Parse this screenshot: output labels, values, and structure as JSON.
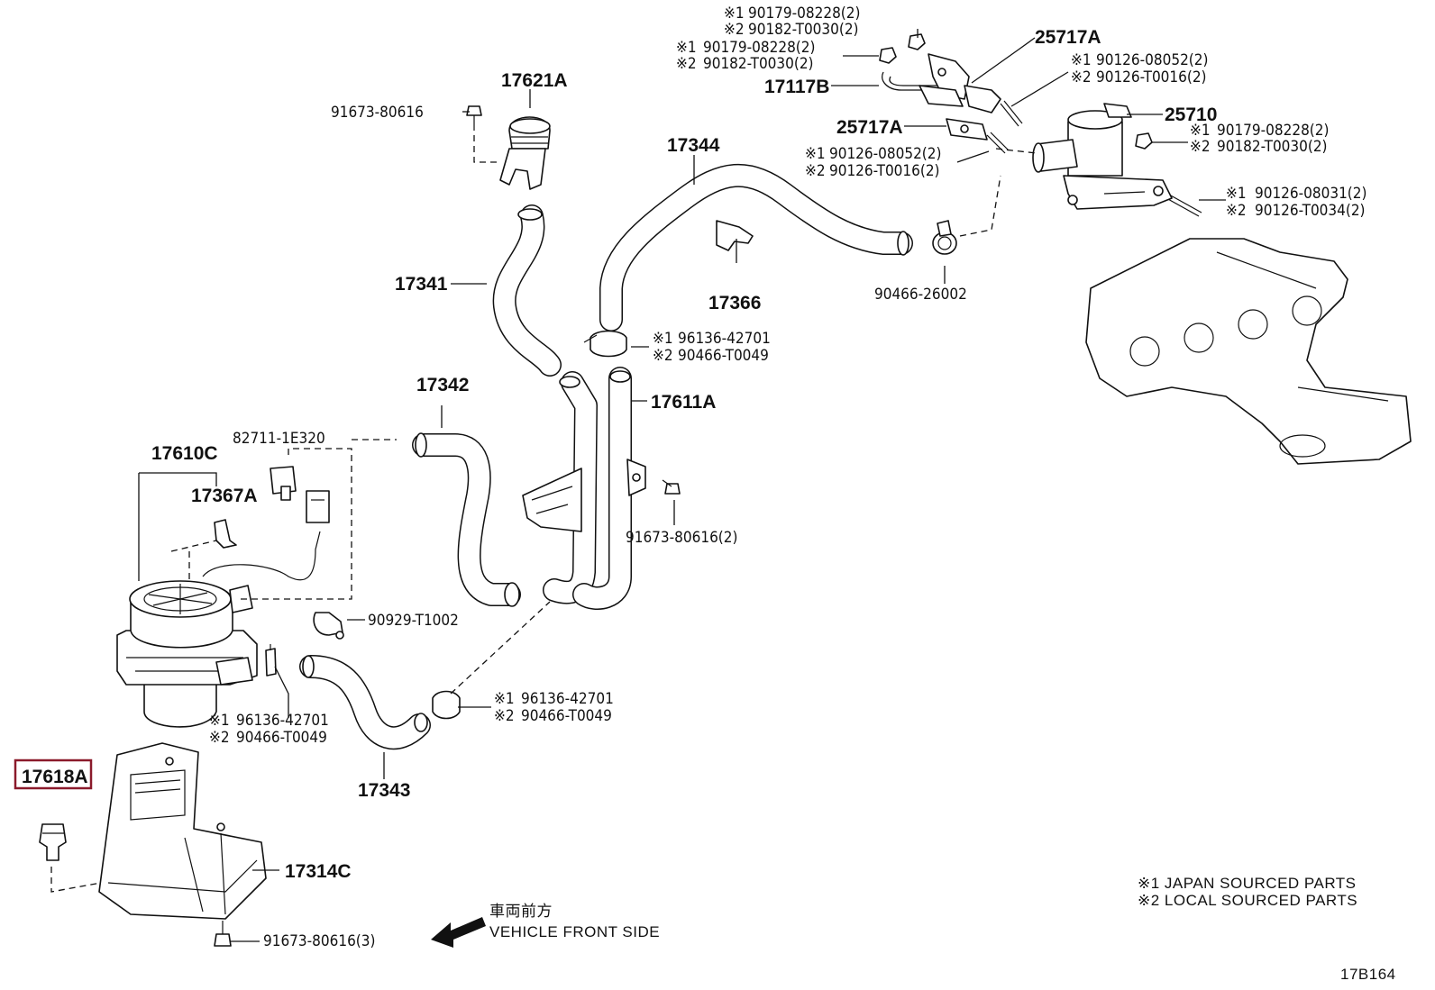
{
  "diagram_code": "17B164",
  "highlight_color": "#8b1a2b",
  "labels": {
    "p17621A": "17621A",
    "p91673_80616": "91673-80616",
    "p17341": "17341",
    "p17344": "17344",
    "p17366": "17366",
    "p17342": "17342",
    "p17611A": "17611A",
    "p17610C": "17610C",
    "p17367A": "17367A",
    "p82711": "82711-1E320",
    "p91673_80616_2": "91673-80616(2)",
    "p90929": "90929-T1002",
    "p17343": "17343",
    "p17618A": "17618A",
    "p17314C": "17314C",
    "p91673_80616_3": "91673-80616(3)",
    "p25717A_top": "25717A",
    "p17117B": "17117B",
    "p25717A_mid": "25717A",
    "p25710": "25710",
    "p90466_26002": "90466-26002"
  },
  "callouts": {
    "c1": {
      "m1": "※1",
      "m2": "※2",
      "a": "90179-08228(2)",
      "b": "90182-T0030(2)"
    },
    "c2": {
      "m1": "※1",
      "m2": "※2",
      "a": "90179-08228(2)",
      "b": "90182-T0030(2)"
    },
    "c3": {
      "m1": "※1",
      "m2": "※2",
      "a": "90126-08052(2)",
      "b": "90126-T0016(2)"
    },
    "c4": {
      "m1": "※1",
      "m2": "※2",
      "a": "90126-08052(2)",
      "b": "90126-T0016(2)"
    },
    "c5": {
      "m1": "※1",
      "m2": "※2",
      "a": "90179-08228(2)",
      "b": "90182-T0030(2)"
    },
    "c6": {
      "m1": "※1",
      "m2": "※2",
      "a": "90126-08031(2)",
      "b": "90126-T0034(2)"
    },
    "c7": {
      "m1": "※1",
      "m2": "※2",
      "a": "96136-42701",
      "b": "90466-T0049"
    },
    "c8": {
      "m1": "※1",
      "m2": "※2",
      "a": "96136-42701",
      "b": "90466-T0049"
    },
    "c9": {
      "m1": "※1",
      "m2": "※2",
      "a": "96136-42701",
      "b": "90466-T0049"
    }
  },
  "legend": {
    "l1": "※1 JAPAN SOURCED PARTS",
    "l2": "※2 LOCAL SOURCED PARTS"
  },
  "front": {
    "jp": "車両前方",
    "en": "VEHICLE FRONT SIDE"
  }
}
